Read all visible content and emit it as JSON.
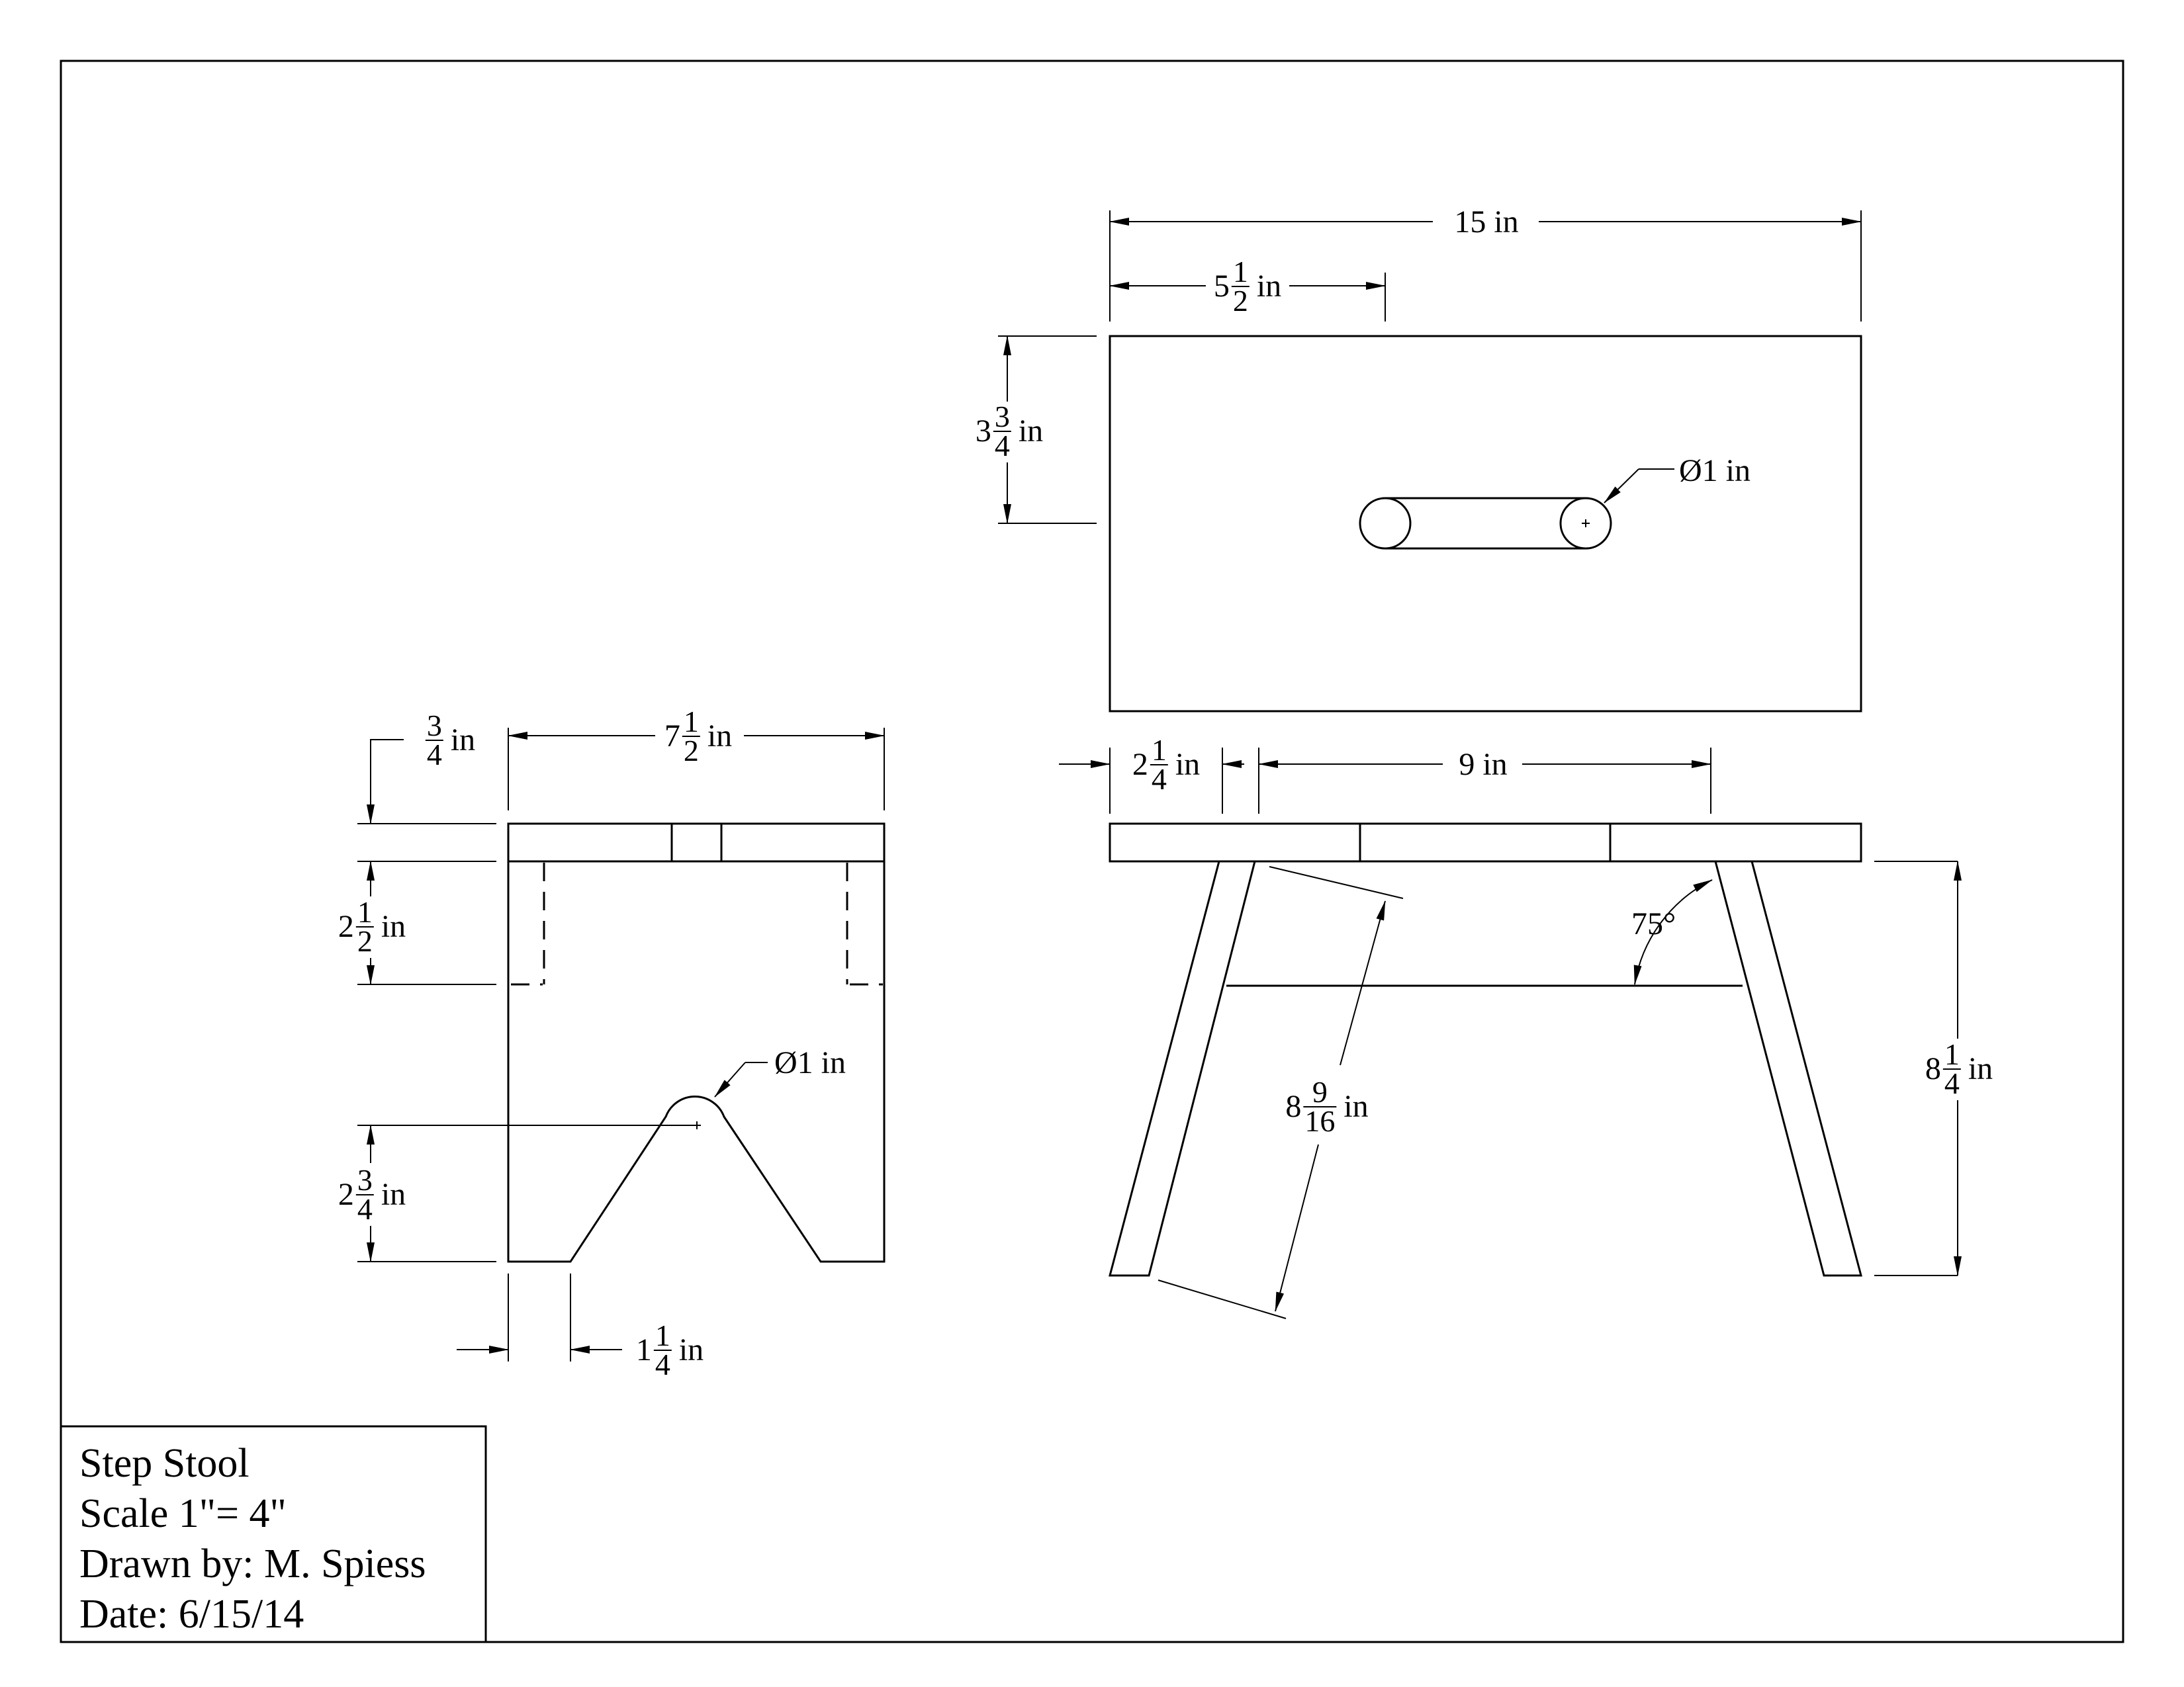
{
  "title_block": {
    "line1": "Step Stool",
    "line2": "Scale 1\"= 4\"",
    "line3": "Drawn by: M. Spiess",
    "line4": "Date: 6/15/14"
  },
  "top_view": {
    "overall_width": {
      "whole": "15",
      "unit": "in"
    },
    "slot_offset": {
      "whole": "5",
      "num": "1",
      "den": "2",
      "unit": "in"
    },
    "slot_depth": {
      "whole": "3",
      "num": "3",
      "den": "4",
      "unit": "in"
    },
    "hole_diameter": "Ø1 in"
  },
  "end_view": {
    "top_thickness": {
      "whole": "",
      "num": "3",
      "den": "4",
      "unit": "in"
    },
    "width": {
      "whole": "7",
      "num": "1",
      "den": "2",
      "unit": "in"
    },
    "apron_height": {
      "whole": "2",
      "num": "1",
      "den": "2",
      "unit": "in"
    },
    "arch_diameter": "Ø1 in",
    "arch_height": {
      "whole": "2",
      "num": "3",
      "den": "4",
      "unit": "in"
    },
    "foot_width": {
      "whole": "1",
      "num": "1",
      "den": "4",
      "unit": "in"
    }
  },
  "front_view": {
    "leg_inset": {
      "whole": "2",
      "num": "1",
      "den": "4",
      "unit": "in"
    },
    "leg_spacing": {
      "whole": "9",
      "unit": "in"
    },
    "leg_angle": "75°",
    "leg_length": {
      "whole": "8",
      "num": "9",
      "den": "16",
      "unit": "in"
    },
    "overall_height": {
      "whole": "8",
      "num": "1",
      "den": "4",
      "unit": "in"
    }
  }
}
